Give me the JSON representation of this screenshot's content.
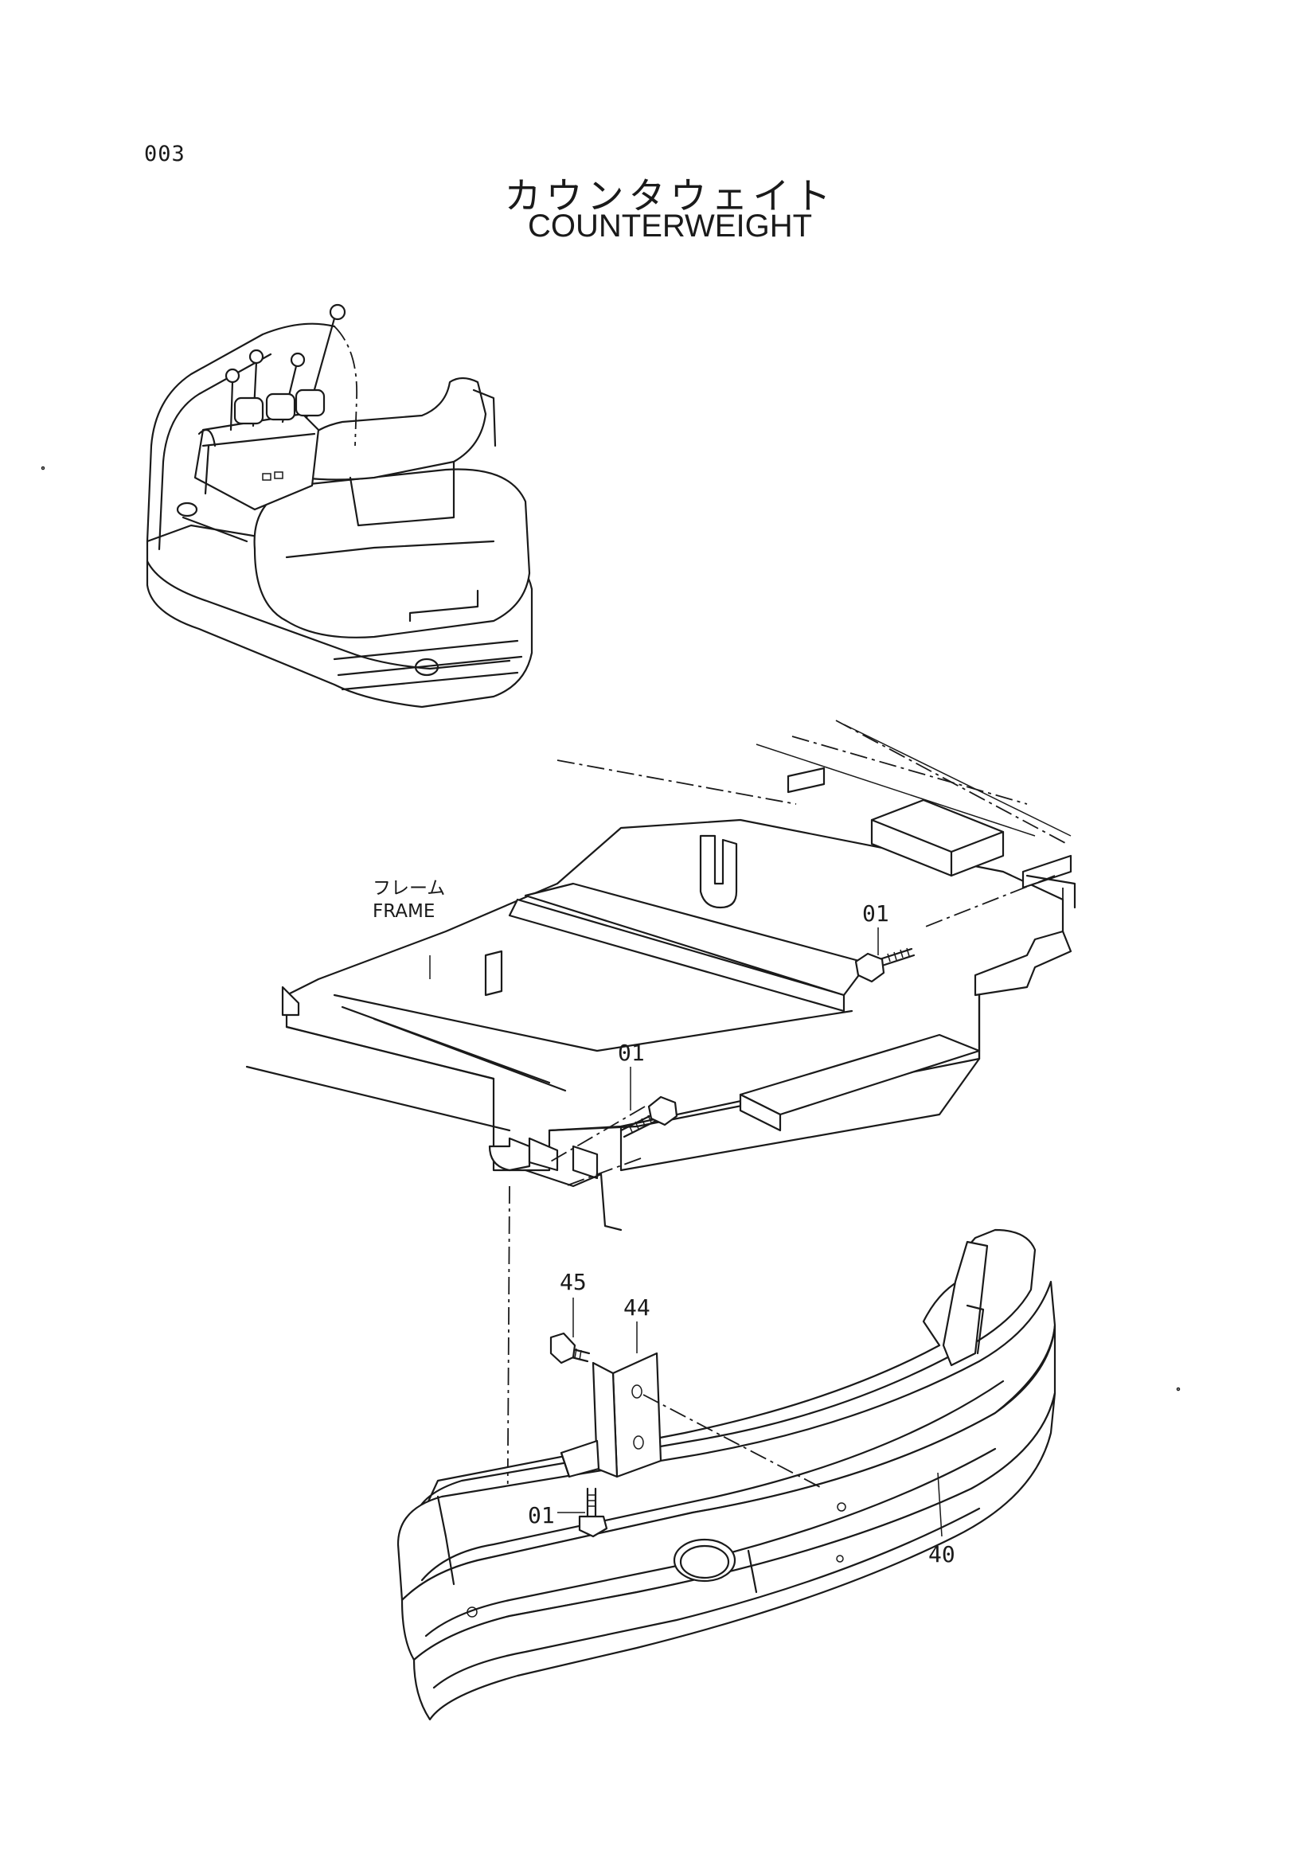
{
  "page": {
    "number": "003"
  },
  "title": {
    "japanese": "カウンタウェイト",
    "english": "COUNTERWEIGHT"
  },
  "frame_label": {
    "japanese": "フレーム",
    "english": "FRAME"
  },
  "callouts": {
    "bolt_upper_right": "01",
    "bolt_center": "01",
    "bolt_lower": "01",
    "bolt_bracket": "45",
    "bracket": "44",
    "counterweight": "40"
  },
  "parts": {
    "bolt_flange": "01",
    "counterweight": "40",
    "bracket": "44",
    "bracket_bolt": "45"
  }
}
